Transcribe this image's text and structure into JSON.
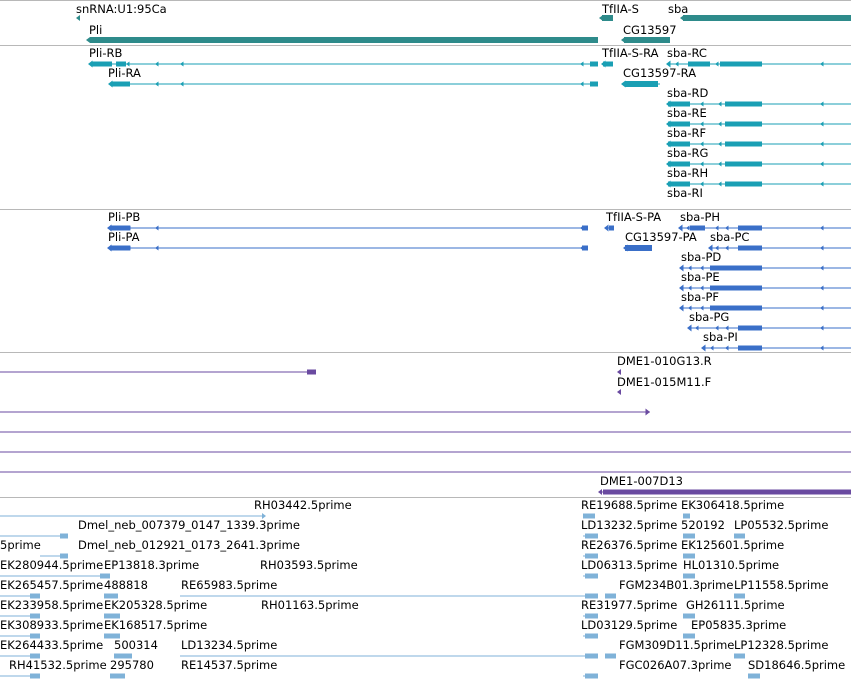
{
  "colors": {
    "gene": "#2e8b8b",
    "transcript": "#1a9fb4",
    "protein": "#3a6fc8",
    "clone": "#6a4aa0",
    "est": "#7fb2d8",
    "separator": "#b8b8b8"
  },
  "tracks": {
    "genes": {
      "labels": [
        "snRNA:U1:95Ca",
        "Pli",
        "TfIIA-S",
        "sba",
        "CG13597"
      ]
    },
    "transcripts": {
      "labels": [
        "Pli-RB",
        "Pli-RA",
        "TfIIA-S-RA",
        "sba-RC",
        "CG13597-RA",
        "sba-RD",
        "sba-RE",
        "sba-RF",
        "sba-RG",
        "sba-RH",
        "sba-RI"
      ]
    },
    "proteins": {
      "labels": [
        "Pli-PB",
        "Pli-PA",
        "TfIIA-S-PA",
        "sba-PH",
        "CG13597-PA",
        "sba-PC",
        "sba-PD",
        "sba-PE",
        "sba-PF",
        "sba-PG",
        "sba-PI"
      ]
    },
    "clones": {
      "labels": [
        "DME1-010G13.R",
        "DME1-015M11.F",
        "DME1-007D13"
      ]
    },
    "ests": {
      "labels": [
        "RH03442.5prime",
        "RE19688.5prime",
        "EK306418.5prime",
        "Dmel_neb_007379_0147_1339.3prime",
        "LD13232.5prime",
        "520192",
        "LP05532.5prime",
        "5prime",
        "Dmel_neb_012921_0173_2641.3prime",
        "RE26376.5prime",
        "EK125601.5prime",
        "EK280944.5prime",
        "EP13818.3prime",
        "RH03593.5prime",
        "LD06313.5prime",
        "HL01310.5prime",
        "EK265457.5prime",
        "488818",
        "RE65983.5prime",
        "FGM234B01.3prime",
        "LP11558.5prime",
        "EK233958.5prime",
        "EK205328.5prime",
        "RH01163.5prime",
        "RE31977.5prime",
        "GH26111.5prime",
        "EK308933.5prime",
        "EK168517.5prime",
        "LD03129.5prime",
        "EP05835.3prime",
        "EK264433.5prime",
        "500314",
        "LD13234.5prime",
        "FGM309D11.5prime",
        "LP12328.5prime",
        "RH41532.5prime",
        "295780",
        "RE14537.5prime",
        "FGC026A07.3prime",
        "SD18646.5prime"
      ]
    }
  }
}
